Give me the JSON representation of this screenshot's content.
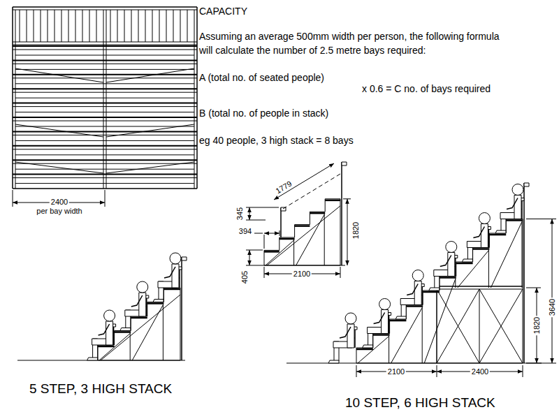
{
  "diagram": {
    "title": "CAPACITY",
    "labels": [
      "Assuming an average 500mm width per person, the following formula will calculate the number of 2.5 metre bays required:",
      "A (total no. of seated people)",
      "x 0.6 = C no. of bays required",
      "B (total no. of people in stack)",
      "eg 40 people, 3 high stack = 8 bays",
      "2400",
      "per bay width",
      "1779",
      "345",
      "394",
      "1820",
      "405",
      "2100",
      "5 STEP, 3 HIGH STACK",
      "2100",
      "2400",
      "1820",
      "3640",
      "10 STEP, 6 HIGH STACK"
    ]
  }
}
